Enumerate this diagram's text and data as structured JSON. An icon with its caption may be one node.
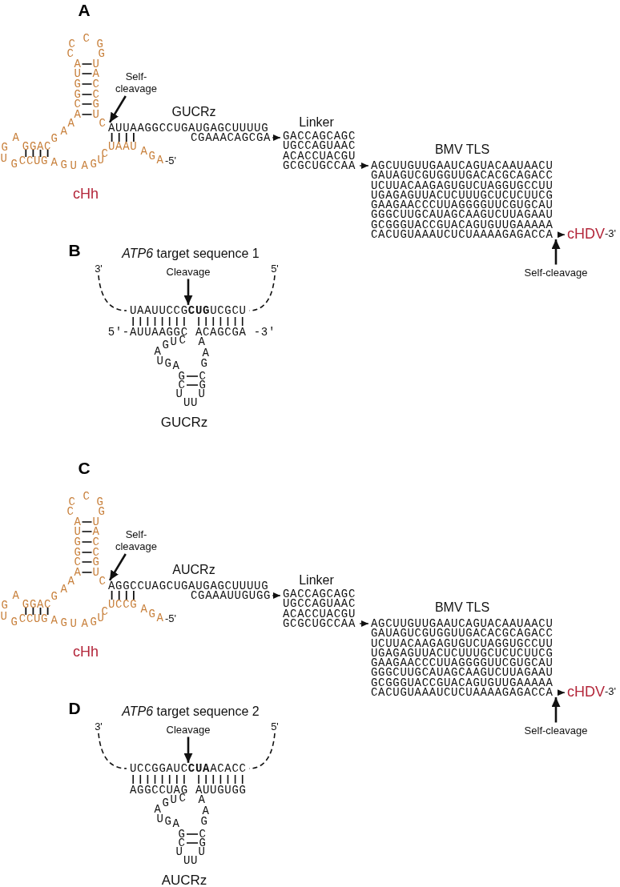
{
  "diagram": {
    "nodes": [
      {
        "text": [
          "GUCRz",
          "AUUAAGGCCUGAUGAGCUUUUG",
          "CGAAACAGCGA"
        ]
      },
      {
        "text": [
          "Linker",
          "GACCAGCAGC UGCCAGUAAC ACACCUACGU GCGCUGCCAA"
        ]
      },
      {
        "text": [
          "BMV TLS",
          "AGCUUGUUGAAUCAGUACAAUAACU GAUAGUCGUGGUUGACACGCAGACC UCUUACAAGAGUGUCUAGGUGCCUU UGAGAGUUACUCUUUGCUCUCUUCG GAAGAACCCUUAGGGGUUCGUGCAU GGGCUUGCAUAGCAAGUCUUAGAAU GCGGGUACCGUACAGUGUUGAAAAA CACUGUAAAUCUCUAAAAGAGACCA"
        ]
      },
      {
        "text": [
          "cHDV"
        ],
        "beside": [
          "-3'"
        ]
      },
      {
        "text": [
          "Self-cleavage"
        ]
      },
      {
        "text": [
          "Self-cleavage"
        ]
      },
      {
        "text": [
          "Cleavage"
        ]
      },
      {
        "text": [
          "AUCRz",
          "AGGCCUAGCUGAUGAGCUUUUG",
          "CGAAAUUGUGG"
        ]
      },
      {
        "text": [
          "Linker",
          "GACCAGCAGC UGCCAGUAAC ACACCUACGU GCGCUGCCAA"
        ]
      },
      {
        "text": [
          "BMV TLS",
          "AGCUUGUUGAAUCAGUACAAUAACU GAUAGUCGUGGUUGACACGCAGACC UCUUACAAGAGUGUCUAGGUGCCUU UGAGAGUUACUCUUUGCUCUCUUCG GAAGAACCCUUAGGGGUUCGUGCAU GGGCUUGCAUAGCAAGUCUUAGAAU GCGGGUACCGUACAGUGUUGAAAAA CACUGUAAAUCUCUAAAAGAGACCA"
        ]
      },
      {
        "text": [
          "cHDV"
        ],
        "beside": [
          "-3'"
        ]
      },
      {
        "text": [
          "Self-cleavage"
        ]
      },
      {
        "text": [
          "Self-cleavage"
        ]
      },
      {
        "text": [
          "Cleavage"
        ]
      },
      {
        "text": [
          "UAAUUCCG**CUG**UCGCU"
        ]
      },
      {
        "text": [
          "UCCGGAUC**CUA**ACACC"
        ]
      }
    ],
    "edges": [
      {
        "from": 0,
        "to": 1,
        "arrow": "to"
      },
      {
        "from": 1,
        "to": 2,
        "arrow": "to"
      },
      {
        "from": 2,
        "to": 3,
        "arrow": "to"
      },
      {
        "from": 4,
        "to": 0,
        "arrow": "to"
      },
      {
        "from": 5,
        "to": 3,
        "arrow": "to"
      },
      {
        "from": 6,
        "to": 14,
        "arrow": "to"
      },
      {
        "from": 7,
        "to": 8,
        "arrow": "to"
      },
      {
        "from": 8,
        "to": 9,
        "arrow": "to"
      },
      {
        "from": 9,
        "to": 10,
        "arrow": "to"
      },
      {
        "from": 11,
        "to": 7,
        "arrow": "to"
      },
      {
        "from": 12,
        "to": 10,
        "arrow": "to"
      },
      {
        "from": 13,
        "to": 15,
        "arrow": "to"
      }
    ],
    "labels": [
      "A",
      "C",
      "C",
      "G",
      "C",
      "G",
      "A",
      "U",
      "U",
      "A",
      "G",
      "C",
      "G",
      "C",
      "C",
      "G",
      "A",
      "U",
      "A",
      "C",
      "A",
      "A",
      "G",
      "G",
      "GGAC",
      "U",
      "G",
      "CCUG",
      "A",
      "G",
      "U",
      "A",
      "G",
      "U",
      "C",
      "UAAU",
      "A",
      "G",
      "A",
      "-5'",
      "cHh",
      "B",
      "*ATP6* target sequence 1",
      "3'",
      "5'",
      "5'-AUUAAGGC",
      "ACAGCGA -3'",
      "G",
      "U",
      "C",
      "A",
      "A",
      "A",
      "U",
      "G",
      "A",
      "G",
      "G",
      "C",
      "C",
      "G",
      "U",
      "U",
      "UU",
      "GUCRz",
      "C",
      "C",
      "C",
      "G",
      "C",
      "G",
      "A",
      "U",
      "U",
      "A",
      "G",
      "C",
      "G",
      "C",
      "C",
      "G",
      "A",
      "U",
      "A",
      "C",
      "A",
      "A",
      "G",
      "G",
      "GGAC",
      "U",
      "G",
      "CCUG",
      "A",
      "G",
      "U",
      "A",
      "G",
      "U",
      "C",
      "UCCG",
      "A",
      "G",
      "A",
      "-5'",
      "cHh",
      "D",
      "*ATP6* target sequence 2",
      "3'",
      "5'",
      "AGGCCUAG",
      "AUUGUGG",
      "G",
      "U",
      "C",
      "A",
      "A",
      "A",
      "U",
      "G",
      "A",
      "G",
      "G",
      "C",
      "C",
      "G",
      "U",
      "U",
      "UU",
      "AUCRz"
    ]
  }
}
